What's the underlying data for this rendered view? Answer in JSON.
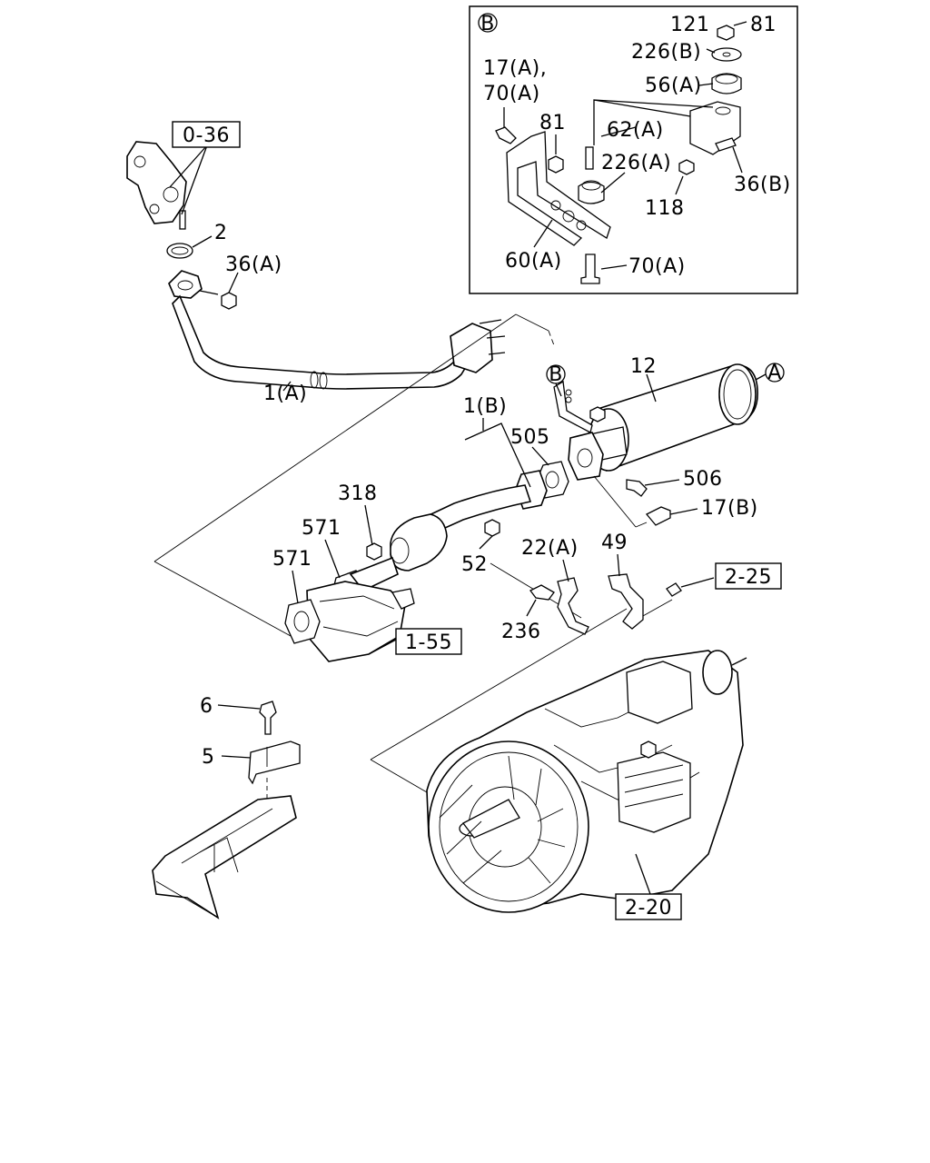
{
  "callouts": {
    "inset_marker": "B",
    "c121": "121",
    "c81_top": "81",
    "c226b": "226(B)",
    "c56a": "56(A)",
    "c17a70a": "17(A),",
    "c70a_1": "70(A)",
    "c81_mid": "81",
    "c62a": "62(A)",
    "c226a": "226(A)",
    "c118": "118",
    "c36b": "36(B)",
    "c60a": "60(A)",
    "c70a_2": "70(A)",
    "c2": "2",
    "c36a": "36(A)",
    "c1a": "1(A)",
    "marker_b": "B",
    "c12": "12",
    "marker_a": "A",
    "c1b": "1(B)",
    "c505": "505",
    "c506": "506",
    "c17b": "17(B)",
    "c318": "318",
    "c571_1": "571",
    "c571_2": "571",
    "c52": "52",
    "c22a": "22(A)",
    "c49": "49",
    "c236": "236",
    "c6": "6",
    "c5": "5"
  },
  "refs": {
    "r036": "0-36",
    "r155": "1-55",
    "r225": "2-25",
    "r220": "2-20"
  }
}
